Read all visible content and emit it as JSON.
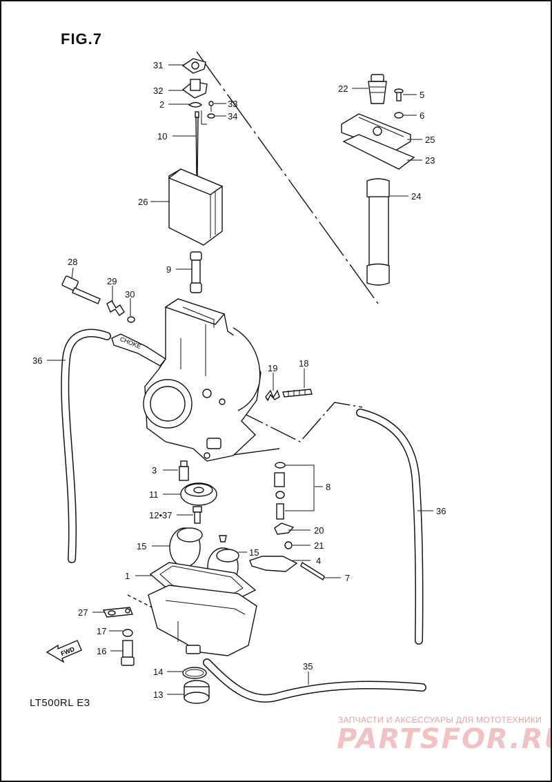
{
  "figure_label": "FIG.7",
  "model_label": "LT500RL  E3",
  "watermark": {
    "tagline": "ЗАПЧАСТИ И АКСЕССУАРЫ ДЛЯ МОТОТЕХНИКИ",
    "logo_text": "PARTSFOR.RU"
  },
  "fwd_label": "FWD",
  "lever_label": "CHOKE",
  "callouts": {
    "c31": "31",
    "c32": "32",
    "c2": "2",
    "c33": "33",
    "c34": "34",
    "c10": "10",
    "c26": "26",
    "c9": "9",
    "c28": "28",
    "c29": "29",
    "c30": "30",
    "c36a": "36",
    "c22": "22",
    "c5": "5",
    "c6": "6",
    "c25": "25",
    "c23": "23",
    "c24": "24",
    "c19": "19",
    "c18": "18",
    "c3": "3",
    "c11": "11",
    "c1237": "12•37",
    "c8": "8",
    "c20": "20",
    "c21": "21",
    "c4": "4",
    "c7": "7",
    "c36b": "36",
    "c15a": "15",
    "c15b": "15",
    "c1": "1",
    "c27": "27",
    "c17": "17",
    "c16": "16",
    "c14": "14",
    "c13": "13",
    "c35": "35"
  }
}
